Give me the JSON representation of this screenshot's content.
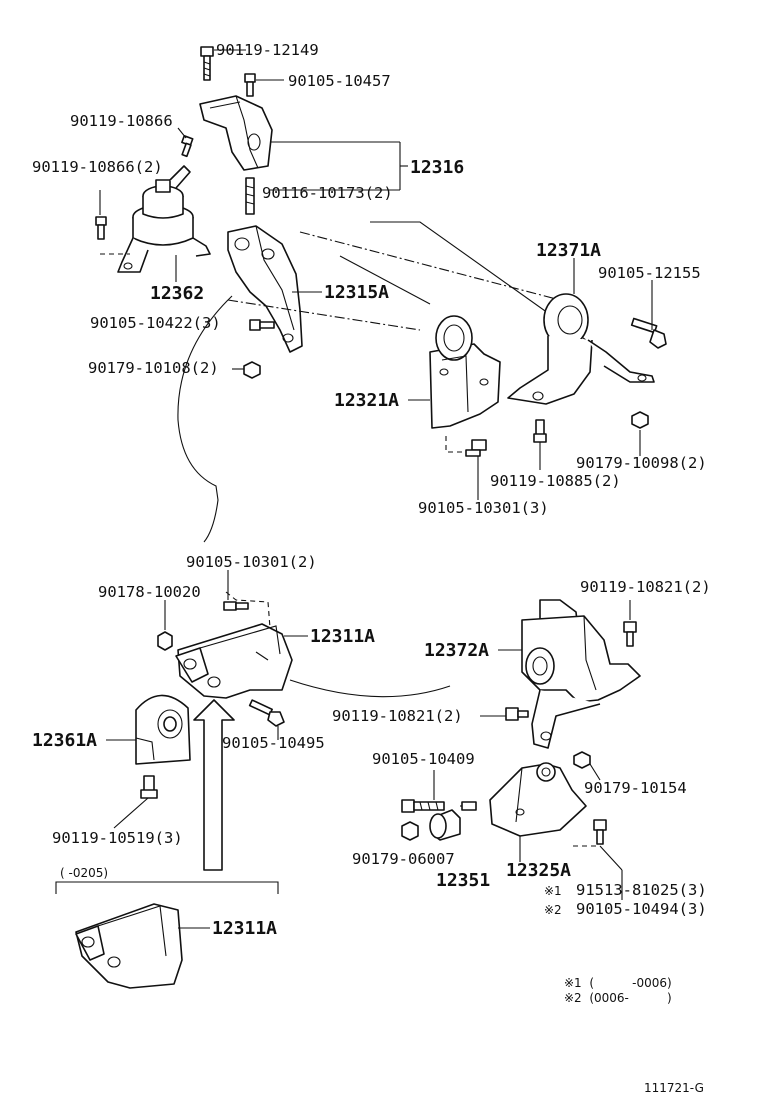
{
  "labels": {
    "p90119_12149": "90119-12149",
    "p90105_10457": "90105-10457",
    "p90119_10866": "90119-10866",
    "p90119_10866_2": "90119-10866(2)",
    "p12316": "12316",
    "p90116_10173_2": "90116-10173(2)",
    "p12362": "12362",
    "p12315A": "12315A",
    "p90105_10422_3": "90105-10422(3)",
    "p90179_10108_2": "90179-10108(2)",
    "p12371A": "12371A",
    "p90105_12155": "90105-12155",
    "p12321A": "12321A",
    "p90179_10098_2": "90179-10098(2)",
    "p90119_10885_2": "90119-10885(2)",
    "p90105_10301_3": "90105-10301(3)",
    "p90105_10301_2": "90105-10301(2)",
    "p90178_10020": "90178-10020",
    "p12311A": "12311A",
    "p90119_10821_2_top": "90119-10821(2)",
    "p12372A": "12372A",
    "p12361A": "12361A",
    "p90105_10495": "90105-10495",
    "p90119_10821_2": "90119-10821(2)",
    "p90105_10409": "90105-10409",
    "p90179_10154": "90179-10154",
    "p90119_10519_3": "90119-10519(3)",
    "p90179_06007": "90179-06007",
    "p12351": "12351",
    "p12325A": "12325A",
    "p91513_81025_3": "91513-81025(3)",
    "p90105_10494_3": "90105-10494(3)",
    "note1_mark": "※1",
    "note2_mark": "※2",
    "range_0205": "(     -0205)",
    "p12311A_lower": "12311A",
    "note1_range": "※1  (          -0006)",
    "note2_range": "※2  (0006-          )",
    "figure_id": "111721-G"
  }
}
